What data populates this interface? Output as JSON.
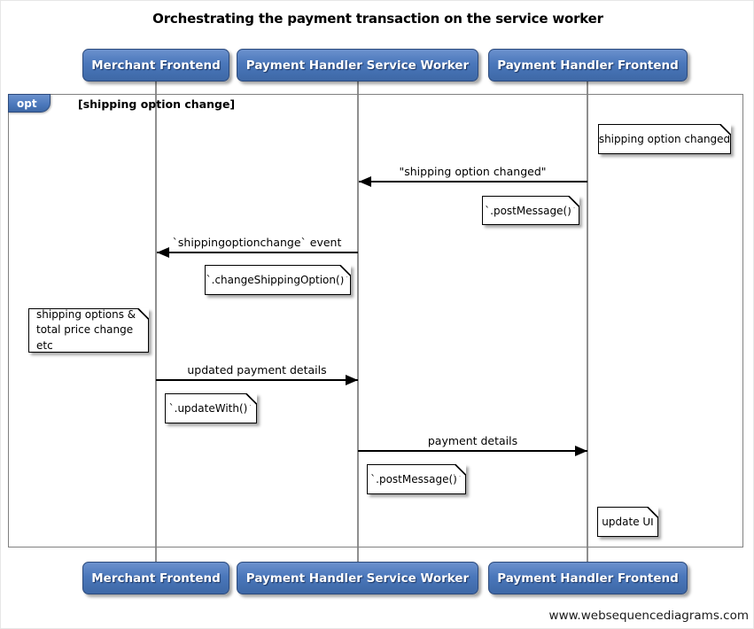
{
  "title": "Orchestrating the payment transaction on the service worker",
  "actors": [
    {
      "label": "Merchant Frontend"
    },
    {
      "label": "Payment Handler Service Worker"
    },
    {
      "label": "Payment Handler Frontend"
    }
  ],
  "frame": {
    "operator": "opt",
    "condition": "[shipping option change]"
  },
  "messages": [
    {
      "label": "\"shipping option changed\"",
      "from": "Payment Handler Frontend",
      "to": "Payment Handler Service Worker",
      "direction": "left"
    },
    {
      "label": "`shippingoptionchange` event",
      "from": "Payment Handler Service Worker",
      "to": "Merchant Frontend",
      "direction": "left"
    },
    {
      "label": "updated payment details",
      "from": "Merchant Frontend",
      "to": "Payment Handler Service Worker",
      "direction": "right"
    },
    {
      "label": "payment details",
      "from": "Payment Handler Service Worker",
      "to": "Payment Handler Frontend",
      "direction": "right"
    }
  ],
  "notes": [
    {
      "text": "shipping option changed"
    },
    {
      "text": "`.postMessage()`"
    },
    {
      "text": "`.changeShippingOption()`"
    },
    {
      "text": "shipping options &\ntotal price change etc"
    },
    {
      "text": "`.updateWith()`"
    },
    {
      "text": "`.postMessage()`"
    },
    {
      "text": "update UI"
    }
  ],
  "footer": "www.websequencediagrams.com",
  "colors": {
    "actor_fill": "#4a77bb",
    "actor_border": "#2c4a7c",
    "frame_border": "#808080",
    "lifeline": "#8f8f8f",
    "arrow": "#000000",
    "note_fill": "#ffffff"
  }
}
